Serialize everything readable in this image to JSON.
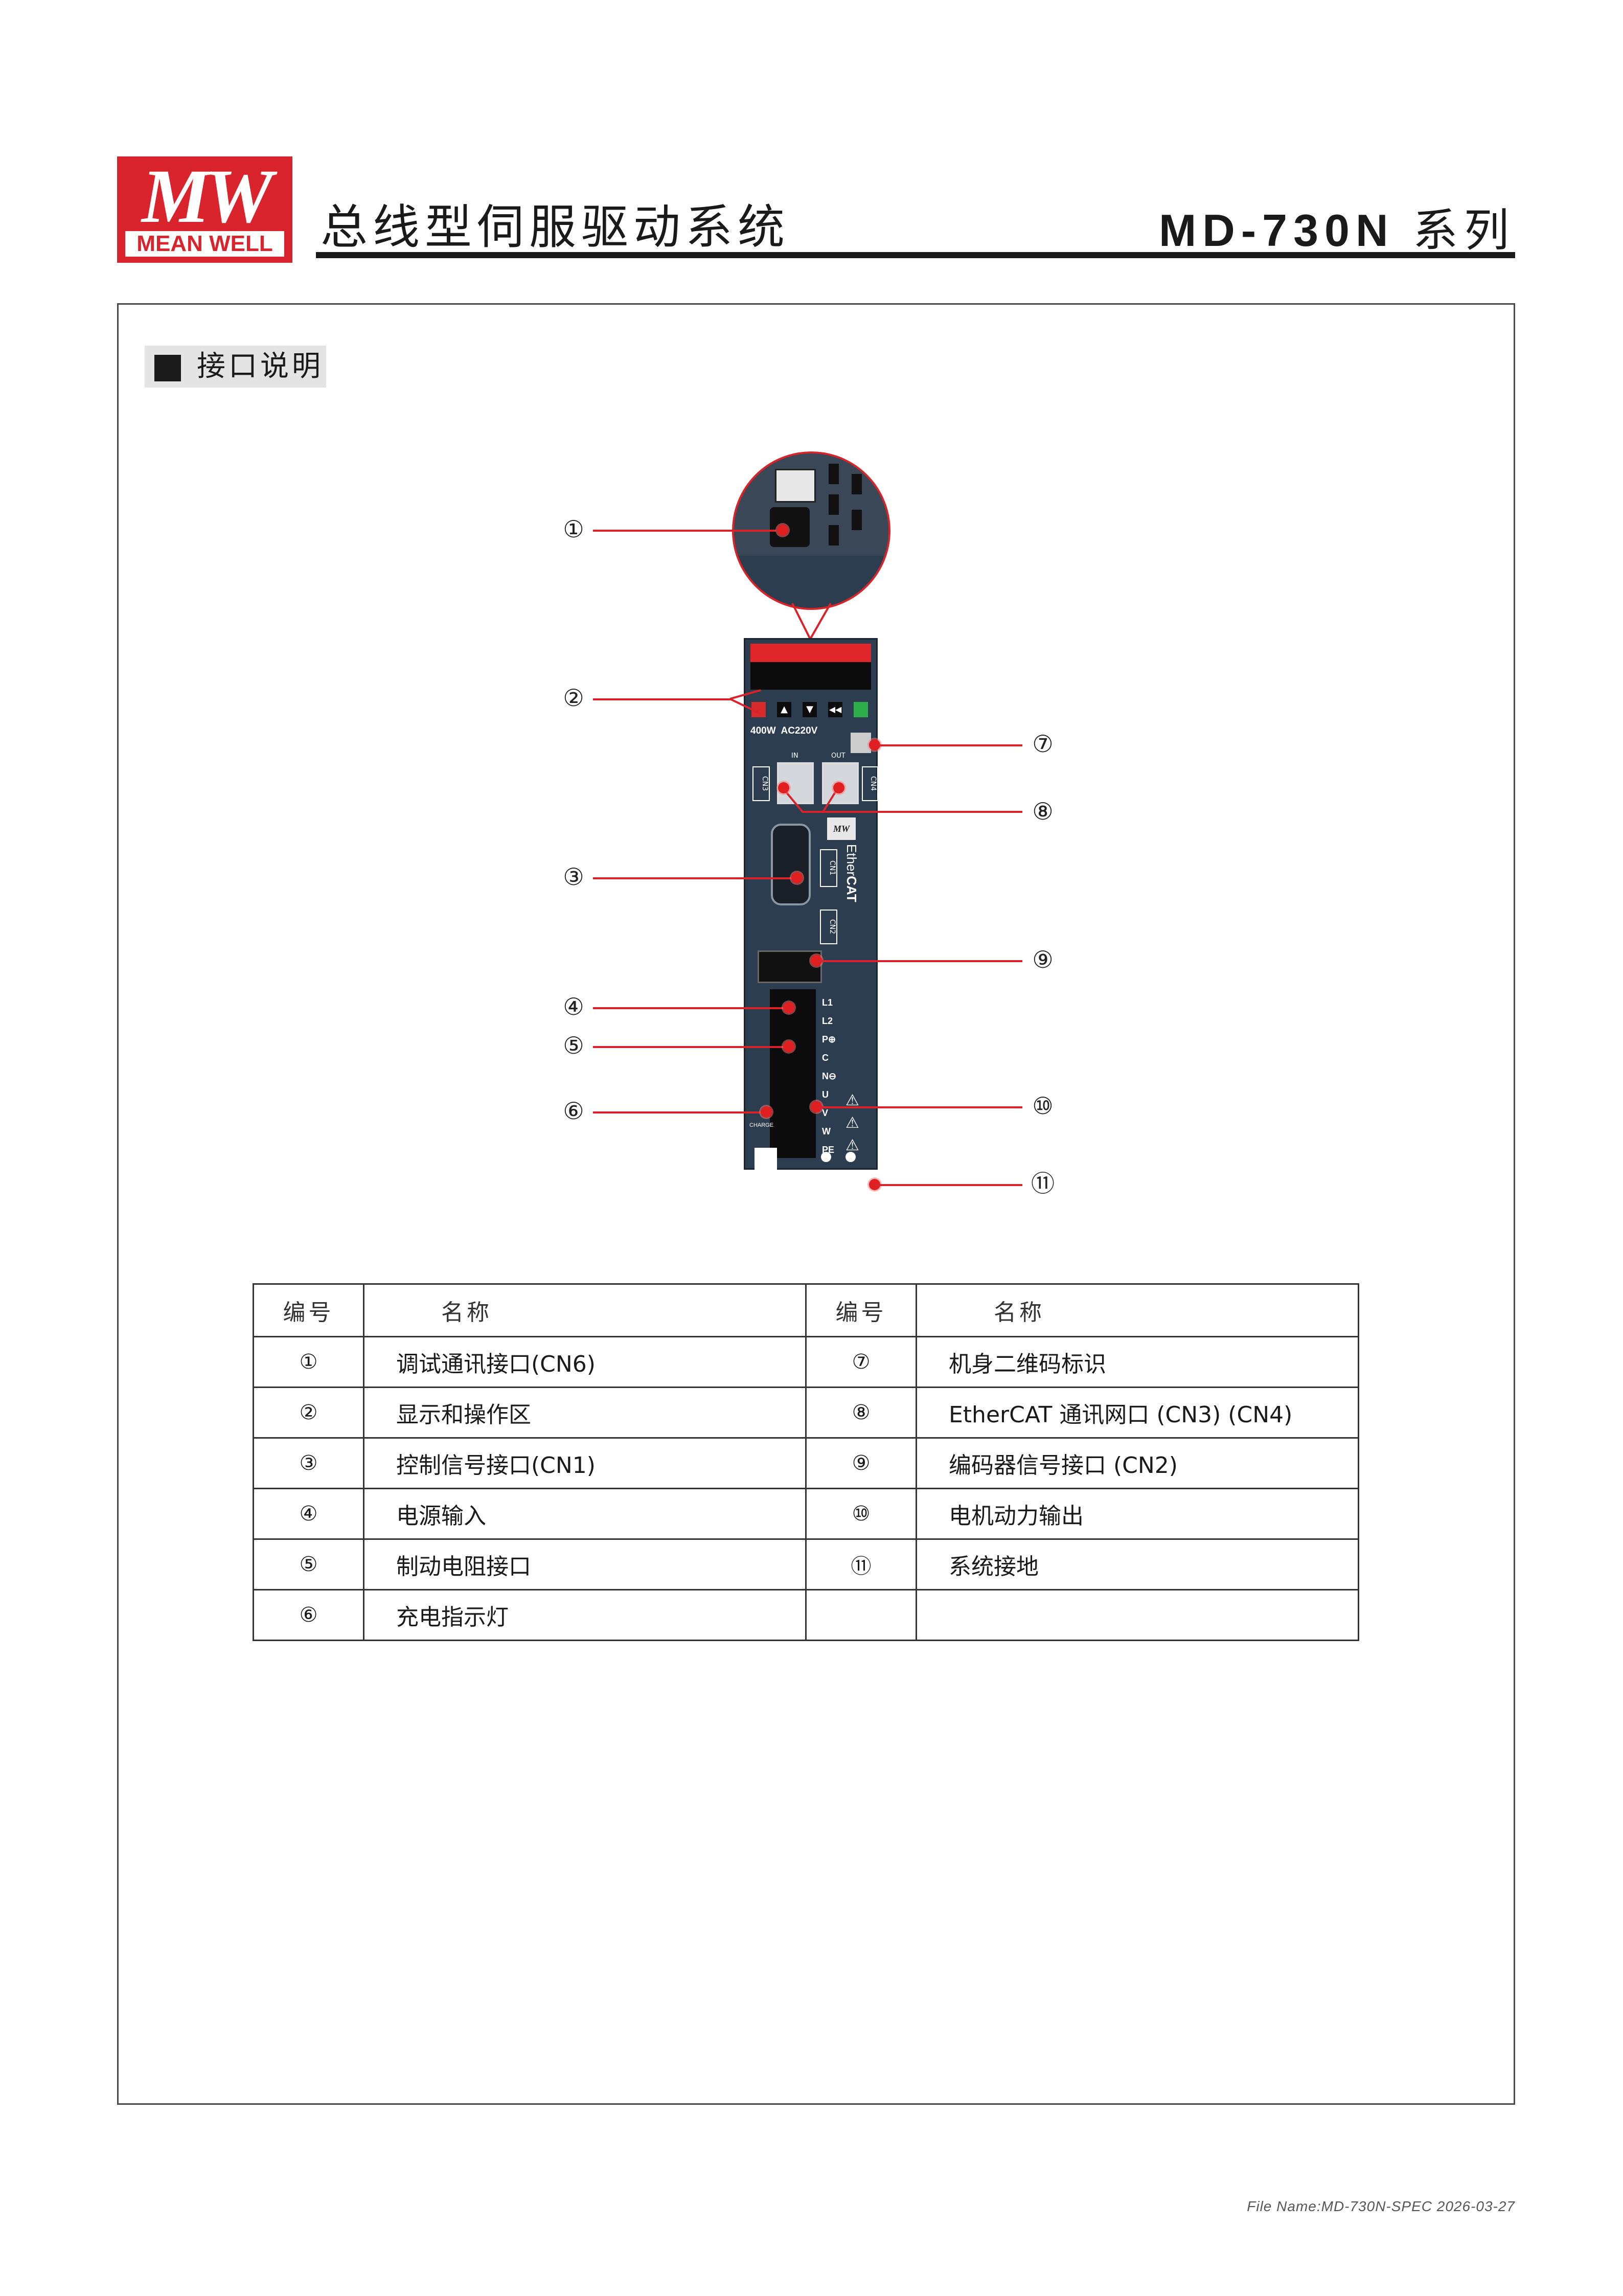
{
  "header": {
    "logo_mark": "MW",
    "logo_text": "MEAN WELL",
    "title": "总线型伺服驱动系统",
    "series_model": "MD-730N",
    "series_suffix": "系列"
  },
  "section": {
    "title": "接口说明"
  },
  "diagram": {
    "rating": "400W  AC220V",
    "port_in": "IN",
    "port_out": "OUT",
    "brand_small": "MW",
    "logo_text": "Ether",
    "logo_cat": "CAT",
    "labels": {
      "cn3": "CN3",
      "cn4": "CN4",
      "cn1": "CN1",
      "cn2": "CN2",
      "l1": "L1",
      "l2": "L2",
      "p": "P⊕",
      "c": "C",
      "n": "N⊖",
      "u": "U",
      "v": "V",
      "w": "W",
      "pe": "PE",
      "charge": "CHARGE"
    },
    "callouts": [
      "①",
      "②",
      "③",
      "④",
      "⑤",
      "⑥",
      "⑦",
      "⑧",
      "⑨",
      "⑩",
      "⑪"
    ]
  },
  "table": {
    "headers": [
      "编号",
      "名称",
      "编号",
      "名称"
    ],
    "rows": [
      {
        "n1": "①",
        "name1": "调试通讯接口(CN6)",
        "n2": "⑦",
        "name2": "机身二维码标识"
      },
      {
        "n1": "②",
        "name1": "显示和操作区",
        "n2": "⑧",
        "name2": "EtherCAT 通讯网口 (CN3) (CN4)"
      },
      {
        "n1": "③",
        "name1": "控制信号接口(CN1)",
        "n2": "⑨",
        "name2": "编码器信号接口 (CN2)"
      },
      {
        "n1": "④",
        "name1": "电源输入",
        "n2": "⑩",
        "name2": "电机动力输出"
      },
      {
        "n1": "⑤",
        "name1": "制动电阻接口",
        "n2": "⑪",
        "name2": "系统接地"
      },
      {
        "n1": "⑥",
        "name1": "充电指示灯",
        "n2": "",
        "name2": ""
      }
    ]
  },
  "footer": {
    "text": "File Name:MD-730N-SPEC  2026-03-27"
  },
  "colors": {
    "brand_red": "#d9232d",
    "drive_body": "#2d3d50",
    "callout_line": "#d8232a"
  }
}
